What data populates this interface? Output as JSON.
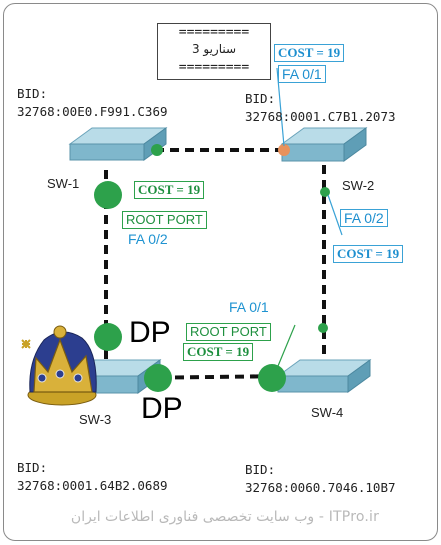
{
  "scenario": {
    "border_top": "=========",
    "title": "سناریو 3",
    "border_bottom": "========="
  },
  "switches": [
    {
      "id": "sw1",
      "name": "SW-1",
      "bid_label": "BID:",
      "bid_value": "32768:00E0.F991.C369"
    },
    {
      "id": "sw2",
      "name": "SW-2",
      "bid_label": "BID:",
      "bid_value": "32768:0001.C7B1.2073"
    },
    {
      "id": "sw3",
      "name": "SW-3",
      "bid_label": "BID:",
      "bid_value": "32768:0001.64B2.0689"
    },
    {
      "id": "sw4",
      "name": "SW-4",
      "bid_label": "BID:",
      "bid_value": "32768:0060.7046.10B7"
    }
  ],
  "annotations": {
    "sw2_cost": "COST = 19",
    "sw2_port": "FA 0/1",
    "sw1_cost": "COST = 19",
    "sw1_root_port": "ROOT PORT",
    "sw1_port": "FA 0/2",
    "sw2_right_port": "FA 0/2",
    "sw2_right_cost": "COST = 19",
    "sw4_port": "FA 0/1",
    "sw4_root_port": "ROOT PORT",
    "sw4_cost": "COST = 19",
    "sw3_dp_left": "DP",
    "sw3_dp_bottom": "DP"
  },
  "colors": {
    "green": "#2da14b",
    "blue": "#1e8fcf",
    "orange": "#e8925c",
    "switch_body": "#7fb7cc"
  },
  "footer": "ITPro.ir - وب سایت تخصصی فناوری اطلاعات ایران"
}
